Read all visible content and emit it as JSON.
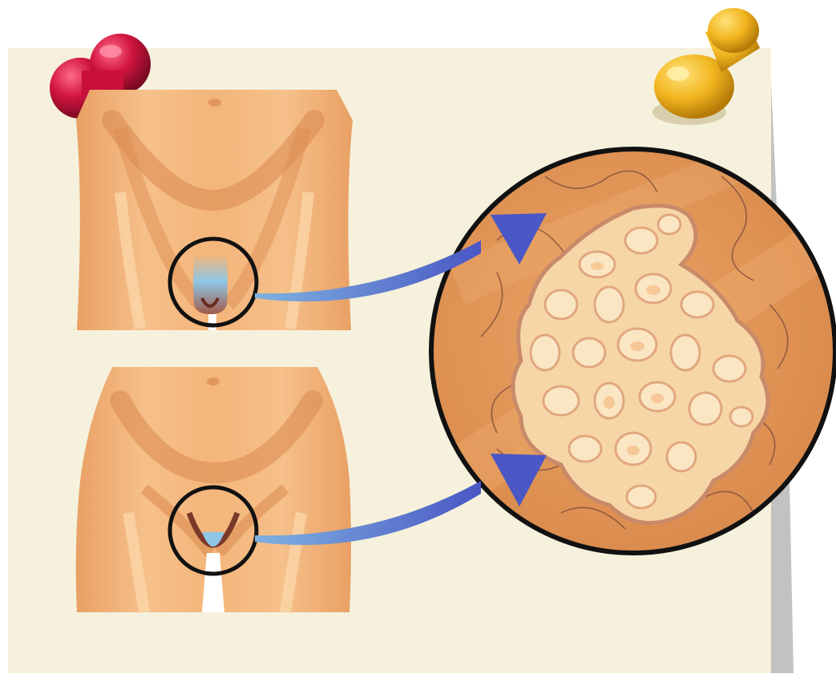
{
  "illustration": {
    "subject": "anogenital-warts",
    "panels": [
      "male-groin",
      "female-groin",
      "magnified-wart-cluster"
    ],
    "pins": [
      "red-pushpin",
      "yellow-pushpin"
    ],
    "arrows": [
      "pointer-arrow-upper",
      "pointer-arrow-lower"
    ]
  },
  "colors": {
    "paper": "#f5f1dc",
    "paper_shadow": "#9a9a9a",
    "skin": "#f3b57a",
    "skin_shade": "#d9894e",
    "skin_highlight": "#fbd6a8",
    "magnifier_bg": "#e39a5c",
    "wart": "#f6d6a6",
    "wart_edge": "#c98a6a",
    "arrow": "#4a63c9",
    "pin_red": "#c8103a",
    "pin_yellow": "#f2b620",
    "outline": "#111111"
  }
}
